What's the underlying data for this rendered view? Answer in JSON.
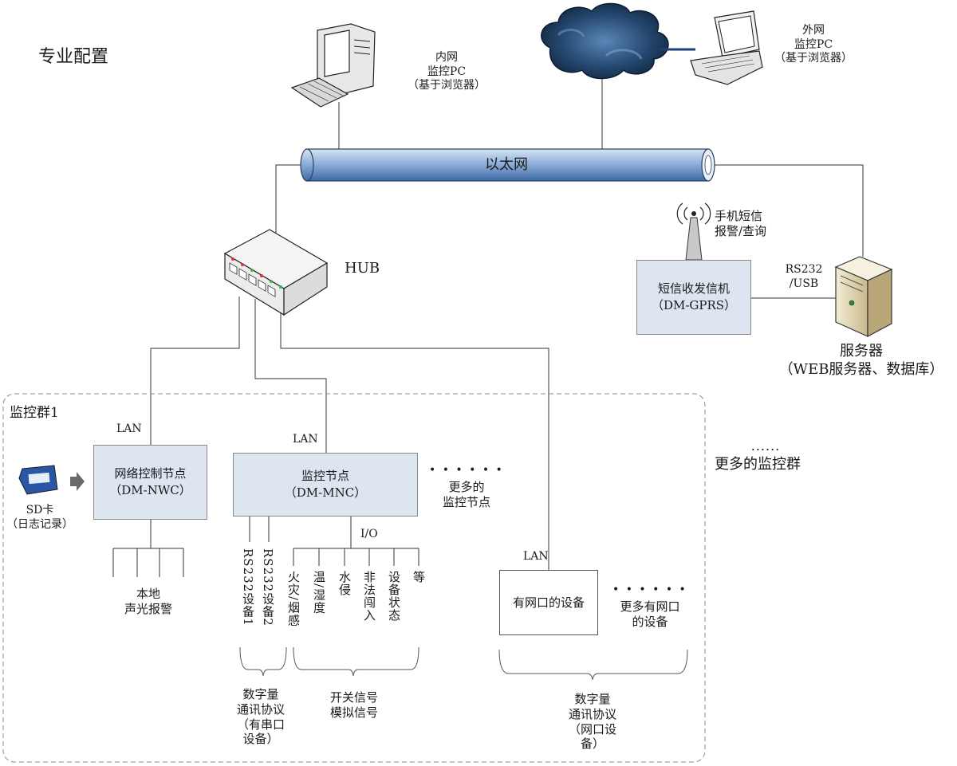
{
  "title": "专业配置",
  "internal_pc": {
    "lines": [
      "内网",
      "监控PC",
      "（基于浏览器）"
    ]
  },
  "external_pc": {
    "lines": [
      "外网",
      "监控PC",
      "（基于浏览器）"
    ]
  },
  "ethernet": {
    "label": "以太网"
  },
  "hub": {
    "label": "HUB"
  },
  "sms_antenna": {
    "lines": [
      "手机短信",
      "报警/查询"
    ]
  },
  "gprs_box": {
    "lines": [
      "短信收发信机",
      "（DM-GPRS）"
    ]
  },
  "rs232_usb": {
    "lines": [
      "RS232",
      "/USB"
    ]
  },
  "server": {
    "lines": [
      "服务器",
      "（WEB服务器、数据库）"
    ]
  },
  "group": {
    "label": "监控群1"
  },
  "more_groups": {
    "dots": "......",
    "label": "更多的监控群"
  },
  "lan_labels": [
    "LAN",
    "LAN",
    "LAN"
  ],
  "sd_card": {
    "lines": [
      "SD卡",
      "（日志记录）"
    ]
  },
  "nwc_box": {
    "lines": [
      "网络控制节点",
      "（DM-NWC）"
    ]
  },
  "local_alarm": {
    "lines": [
      "本地",
      "声光报警"
    ]
  },
  "mnc_box": {
    "lines": [
      "监控节点",
      "（DM-MNC）"
    ]
  },
  "more_nodes": {
    "dots": "• • • • • •",
    "lines": [
      "更多的",
      "监控节点"
    ]
  },
  "io_label": "I/O",
  "serial_devices": [
    "RS232设备1",
    "RS232设备2"
  ],
  "io_devices": [
    "火灾/烟感",
    "温/湿度",
    "水侵",
    "非法闯入",
    "设备状态",
    "等"
  ],
  "serial_protocol": {
    "lines": [
      "数字量",
      "通讯协议",
      "（有串口",
      "设备）"
    ]
  },
  "switch_signal": {
    "lines": [
      "开关信号",
      "模拟信号"
    ]
  },
  "net_device_box": {
    "label": "有网口的设备"
  },
  "more_net_devices": {
    "dots": "• • • • • •",
    "lines": [
      "更多有网口",
      "的设备"
    ]
  },
  "net_protocol": {
    "lines": [
      "数字量",
      "通讯协议",
      "（网口设",
      "备）"
    ]
  },
  "colors": {
    "box_fill": "#dde5f1",
    "pipe": "#9bb5d8",
    "cloud": "#1f3f63",
    "line": "#333333"
  }
}
